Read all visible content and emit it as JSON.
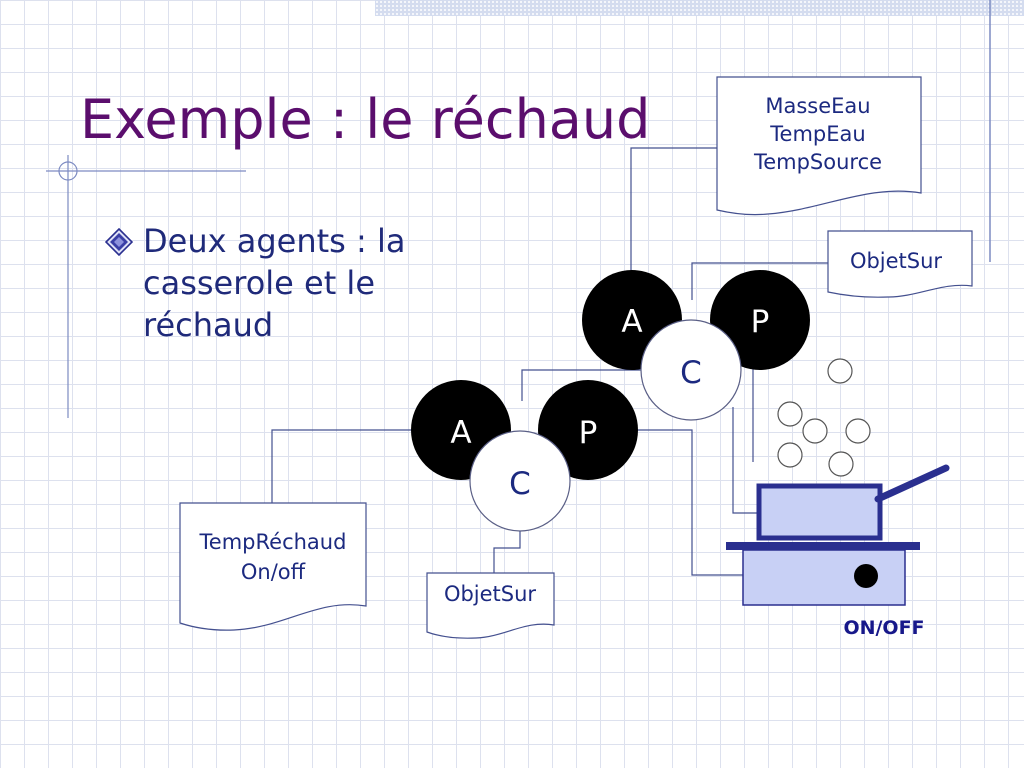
{
  "slide": {
    "title": "Exemple : le réchaud",
    "bullet": " Deux agents : la casserole et le réchaud"
  },
  "diagram": {
    "agent_casserole": {
      "a": "A",
      "p": "P",
      "c": "C"
    },
    "agent_rechaud": {
      "a": "A",
      "p": "P",
      "c": "C"
    },
    "doc_casserole_state": [
      "MasseEau",
      "TempEau",
      "TempSource"
    ],
    "doc_casserole_objetsur": "ObjetSur",
    "doc_rechaud_state": [
      "TempRéchaud",
      "On/off"
    ],
    "doc_rechaud_objetsur": "ObjetSur",
    "stove_switch_label": "ON/OFF"
  },
  "colors": {
    "title": "#5b0e6d",
    "bullet_text": "#1f2a7a",
    "line": "#44508f",
    "stove_fill": "#c8d0f5",
    "stove_stroke": "#2a2f8f",
    "on_off_label": "#17188a"
  }
}
